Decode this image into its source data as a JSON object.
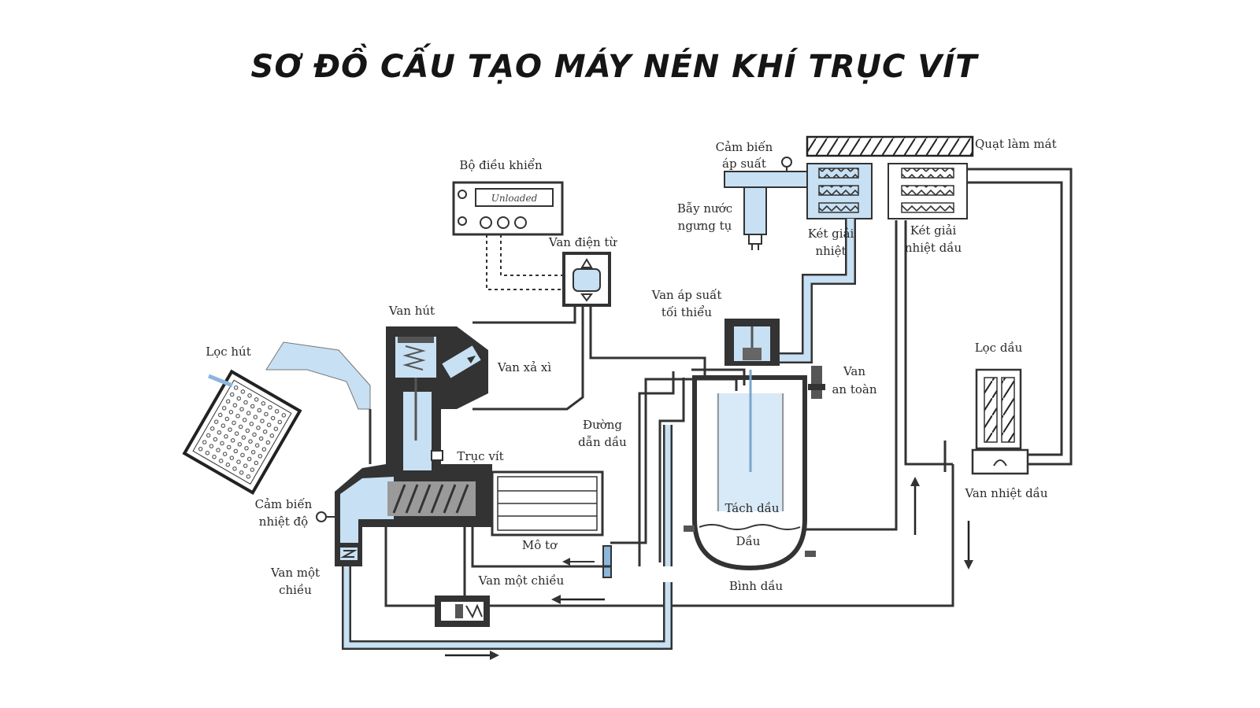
{
  "title": "SƠ ĐỒ CẤU TẠO MÁY NÉN KHÍ TRỤC VÍT",
  "controller_display": "Unloaded",
  "labels": {
    "bo_dieu_khien": "Bộ điều khiển",
    "van_dien_tu": "Van điện từ",
    "van_hut": "Van hút",
    "loc_hut": "Lọc hút",
    "van_xa_xi": "Van xả xì",
    "truc_vit": "Trục vít",
    "cam_bien_nhiet_do_1": "Cảm biến",
    "cam_bien_nhiet_do_2": "nhiệt độ",
    "mo_to": "Mô tơ",
    "van_mot_chieu_left_1": "Van một",
    "van_mot_chieu_left_2": "chiều",
    "van_mot_chieu_bottom": "Van một chiều",
    "duong_dan_dau_1": "Đường",
    "duong_dan_dau_2": "dẫn dầu",
    "cam_bien_ap_suat_1": "Cảm biến",
    "cam_bien_ap_suat_2": "áp suất",
    "bay_nuoc_1": "Bẫy nước",
    "bay_nuoc_2": "ngưng tụ",
    "quat_lam_mat": "Quạt làm mát",
    "ket_giai_nhiet_1": "Két giải",
    "ket_giai_nhiet_2": "nhiệt",
    "ket_giai_nhiet_dau_1": "Két giải",
    "ket_giai_nhiet_dau_2": "nhiệt dầu",
    "van_ap_suat_1": "Van áp suất",
    "van_ap_suat_2": "tối thiểu",
    "van_an_toan_1": "Van",
    "van_an_toan_2": "an toàn",
    "tach_dau": "Tách dầu",
    "dau": "Dầu",
    "binh_dau": "Bình dầu",
    "loc_dau": "Lọc dầu",
    "van_nhiet_dau": "Van nhiệt dầu"
  }
}
